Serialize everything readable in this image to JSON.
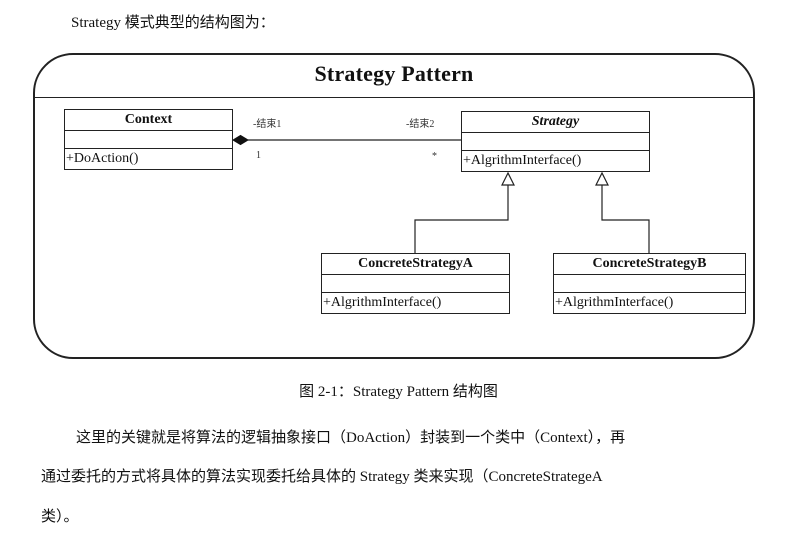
{
  "intro_text": "Strategy 模式典型的结构图为：",
  "diagram": {
    "title": "Strategy Pattern",
    "context": {
      "name": "Context",
      "operation": "+DoAction()"
    },
    "strategy": {
      "name": "Strategy",
      "operation": "+AlgrithmInterface()"
    },
    "concrete_a": {
      "name": "ConcreteStrategyA",
      "operation": "+AlgrithmInterface()"
    },
    "concrete_b": {
      "name": "ConcreteStrategyB",
      "operation": "+AlgrithmInterface()"
    },
    "association": {
      "end1_role": "-结束1",
      "end1_multiplicity": "1",
      "end2_role": "-结束2",
      "end2_multiplicity": "*"
    }
  },
  "caption": "图 2-1：Strategy Pattern 结构图",
  "paragraph": {
    "line1": "这里的关键就是将算法的逻辑抽象接口（DoAction）封装到一个类中（Context），再",
    "line2": "通过委托的方式将具体的算法实现委托给具体的 Strategy 类来实现（ConcreteStrategeA",
    "line3": "类）。"
  }
}
